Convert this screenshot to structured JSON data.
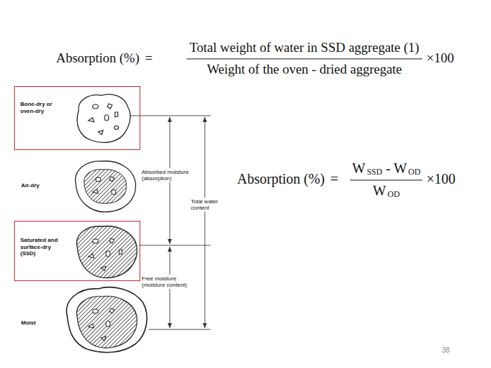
{
  "diagram": {
    "nodes": [
      {
        "text": [
          "Bone-dry or oven-dry"
        ]
      },
      {
        "text": [
          "Saturated and surface-dry (SSD)"
        ]
      }
    ],
    "labels": [
      "Absorption (%)",
      "=",
      "Total weight of water in SSD aggregate (1)",
      "Weight of the oven - dried aggregate",
      "×100",
      "Air-dry",
      "Moist",
      "Absorbed moisture (absorption)",
      "Total water content",
      "Free moisture (moisture content)",
      "Absorption (%)",
      "=",
      "W",
      "SSD",
      "- W",
      "OD",
      "W",
      "OD",
      "×100",
      "38"
    ]
  }
}
